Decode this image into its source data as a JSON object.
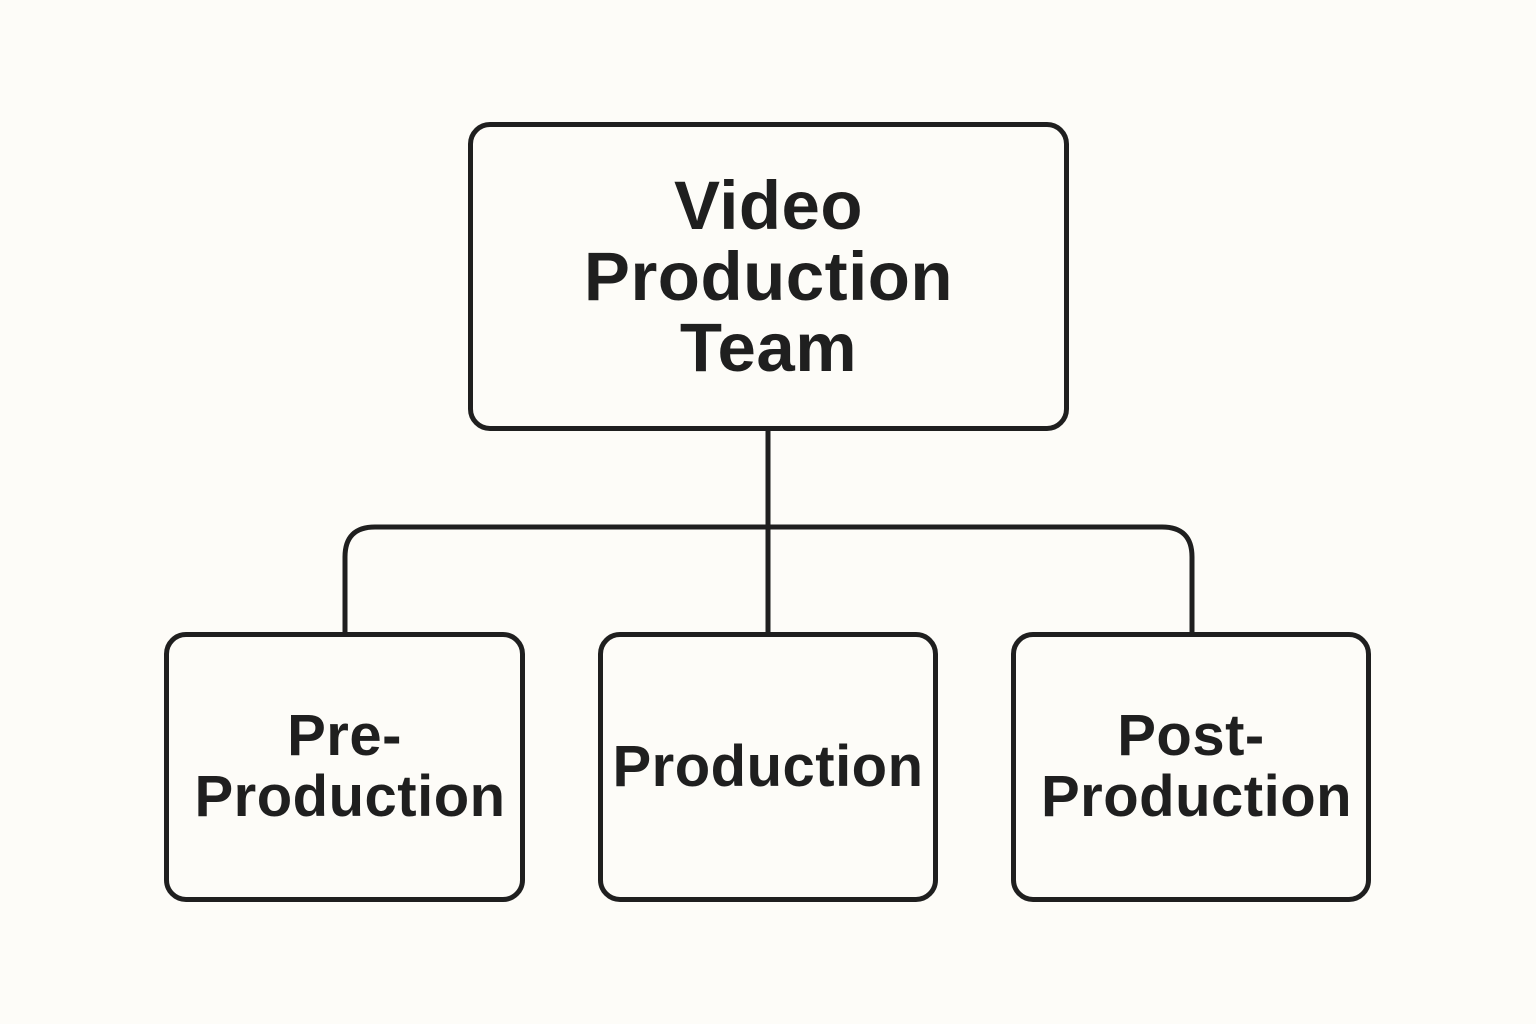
{
  "diagram": {
    "root": {
      "label": "Video Production Team"
    },
    "children": [
      {
        "label": "Pre-Production"
      },
      {
        "label": "Production"
      },
      {
        "label": "Post-Production"
      }
    ]
  },
  "colors": {
    "background": "#fdfcf8",
    "stroke": "#1f1f1f",
    "text": "#1f1f1f"
  }
}
